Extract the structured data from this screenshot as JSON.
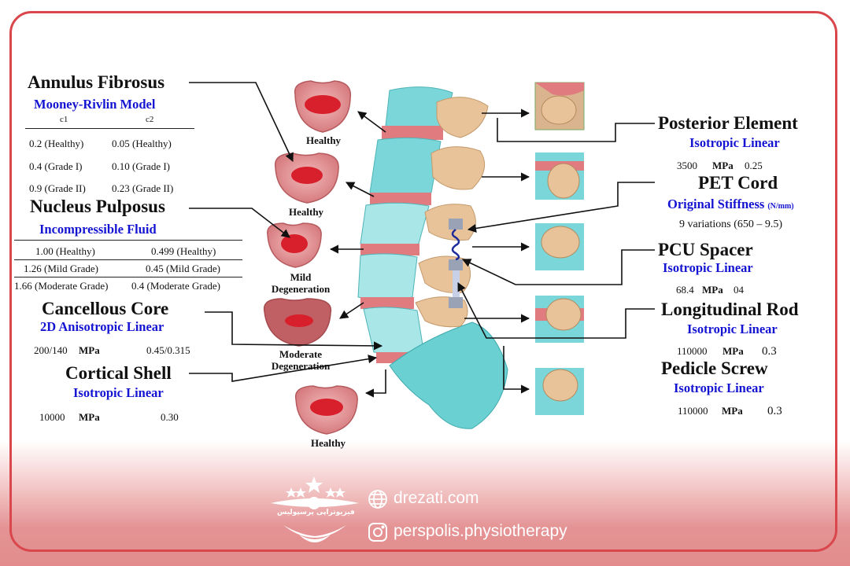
{
  "left": {
    "annulus": {
      "title": "Annulus Fibrosus",
      "model": "Mooney-Rivlin Model",
      "col1_header": "c1",
      "col2_header": "c2",
      "rows": [
        [
          "0.2 (Healthy)",
          "0.05 (Healthy)"
        ],
        [
          "0.4 (Grade I)",
          "0.10 (Grade I)"
        ],
        [
          "0.9 (Grade II)",
          "0.23 (Grade II)"
        ]
      ]
    },
    "nucleus": {
      "title": "Nucleus Pulposus",
      "model": "Incompressible Fluid",
      "rows": [
        [
          "1.00 (Healthy)",
          "0.499 (Healthy)"
        ],
        [
          "1.26 (Mild Grade)",
          "0.45 (Mild Grade)"
        ],
        [
          "1.66 (Moderate Grade)",
          "0.4 (Moderate Grade)"
        ]
      ]
    },
    "cancellous": {
      "title": "Cancellous Core",
      "model": "2D Anisotropic Linear",
      "value": "200/140",
      "unit": "MPa",
      "ratio": "0.45/0.315"
    },
    "cortical": {
      "title": "Cortical Shell",
      "model": "Isotropic Linear",
      "value": "10000",
      "unit": "MPa",
      "ratio": "0.30"
    }
  },
  "discs": {
    "d1": "Healthy",
    "d2": "Healthy",
    "d3": "Mild\nDegeneration",
    "d4": "Moderate\nDegeneration",
    "d5": "Healthy"
  },
  "right": {
    "posterior": {
      "title": "Posterior Element",
      "model": "Isotropic Linear",
      "value": "3500",
      "unit": "MPa",
      "ratio": "0.25"
    },
    "pet": {
      "title": "PET Cord",
      "model": "Original Stiffness",
      "model_unit": "(N/mm)",
      "value": "9 variations (650 – 9.5)"
    },
    "pcu": {
      "title": "PCU Spacer",
      "model": "Isotropic Linear",
      "value": "68.4",
      "unit": "MPa",
      "ratio": "04"
    },
    "rod": {
      "title": "Longitudinal Rod",
      "model": "Isotropic Linear",
      "value": "110000",
      "unit": "MPa",
      "ratio": "0.3"
    },
    "screw": {
      "title": "Pedicle Screw",
      "model": "Isotropic Linear",
      "value": "110000",
      "unit": "MPa",
      "ratio": "0.3"
    }
  },
  "footer": {
    "website": "drezati.com",
    "instagram": "perspolis.physiotherapy",
    "logo_text": "فیزیوتراپی پرسپولیس"
  },
  "colors": {
    "frame": "#d9474c",
    "bone_cyan": "#7ad6d8",
    "bone_tan": "#e8c39a",
    "disc_red": "#d94a52",
    "label_blue": "#1414d2"
  }
}
